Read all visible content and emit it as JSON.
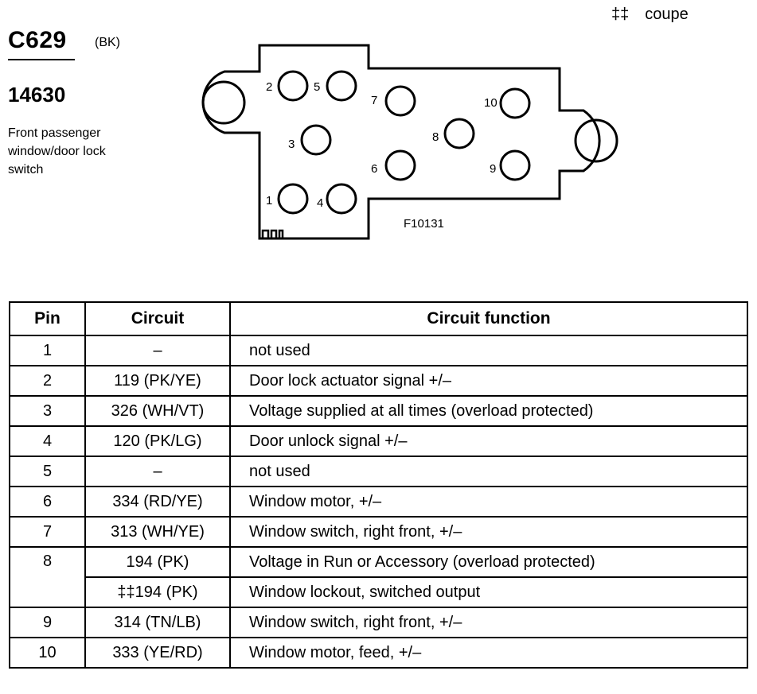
{
  "note": {
    "symbol": "‡‡",
    "text": "coupe"
  },
  "connector": {
    "id": "C629",
    "color_code": "(BK)",
    "part_number": "14630",
    "description_lines": [
      "Front passenger",
      "window/door lock",
      "switch"
    ]
  },
  "diagram": {
    "figure_label": "F10131",
    "pin_labels": [
      "1",
      "2",
      "3",
      "4",
      "5",
      "6",
      "7",
      "8",
      "9",
      "10"
    ]
  },
  "table": {
    "headers": {
      "pin": "Pin",
      "circuit": "Circuit",
      "function": "Circuit function"
    },
    "rows": [
      {
        "pin": "1",
        "circuit": "–",
        "function": "not used"
      },
      {
        "pin": "2",
        "circuit": "119 (PK/YE)",
        "function": "Door lock actuator signal +/–"
      },
      {
        "pin": "3",
        "circuit": "326 (WH/VT)",
        "function": "Voltage supplied at all times (overload protected)"
      },
      {
        "pin": "4",
        "circuit": "120 (PK/LG)",
        "function": "Door unlock signal +/–"
      },
      {
        "pin": "5",
        "circuit": "–",
        "function": "not used"
      },
      {
        "pin": "6",
        "circuit": "334 (RD/YE)",
        "function": "Window motor, +/–"
      },
      {
        "pin": "7",
        "circuit": "313 (WH/YE)",
        "function": "Window switch, right front, +/–"
      },
      {
        "pin": "8",
        "circuit": "194 (PK)",
        "function": "Voltage in Run or Accessory (overload protected)"
      },
      {
        "pin": "",
        "circuit": "‡‡194 (PK)",
        "function": "Window lockout, switched output"
      },
      {
        "pin": "9",
        "circuit": "314 (TN/LB)",
        "function": "Window switch, right front, +/–"
      },
      {
        "pin": "10",
        "circuit": "333 (YE/RD)",
        "function": "Window motor, feed, +/–"
      }
    ]
  }
}
